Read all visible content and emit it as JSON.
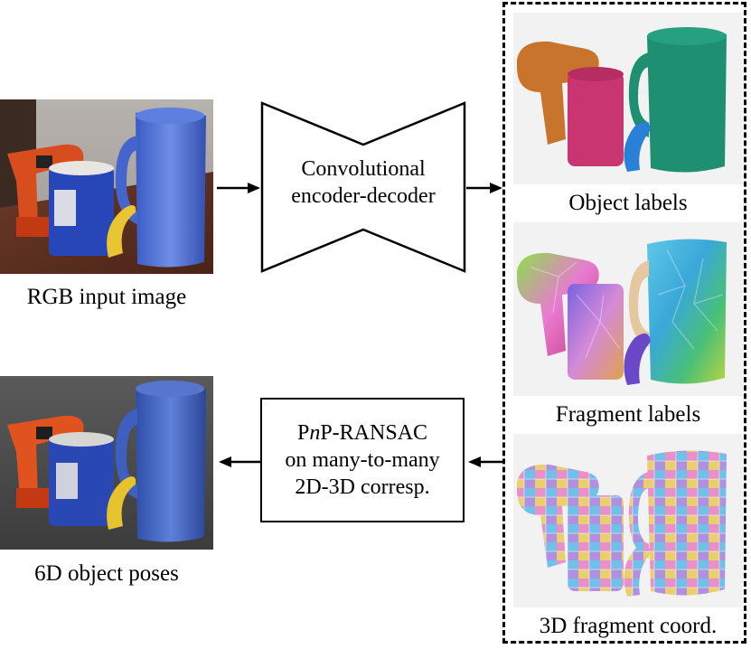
{
  "input": {
    "caption": "RGB input image"
  },
  "network": {
    "line1": "Convolutional",
    "line2": "encoder-decoder"
  },
  "outputs": [
    {
      "caption": "Object labels"
    },
    {
      "caption": "Fragment labels"
    },
    {
      "caption": "3D fragment coord."
    }
  ],
  "solver": {
    "line1_prefix": "P",
    "line1_italic": "n",
    "line1_suffix": "P-RANSAC",
    "line2": "on many-to-many",
    "line3": "2D-3D corresp."
  },
  "result": {
    "caption": "6D object poses"
  },
  "colors": {
    "drill": "#c8742c",
    "can": "#c93570",
    "banana": "#2a7fd6",
    "pitcher": "#1f8f72",
    "pitcher_photo": "#4a6fd0",
    "panel_bg": "#f2f2f2"
  }
}
